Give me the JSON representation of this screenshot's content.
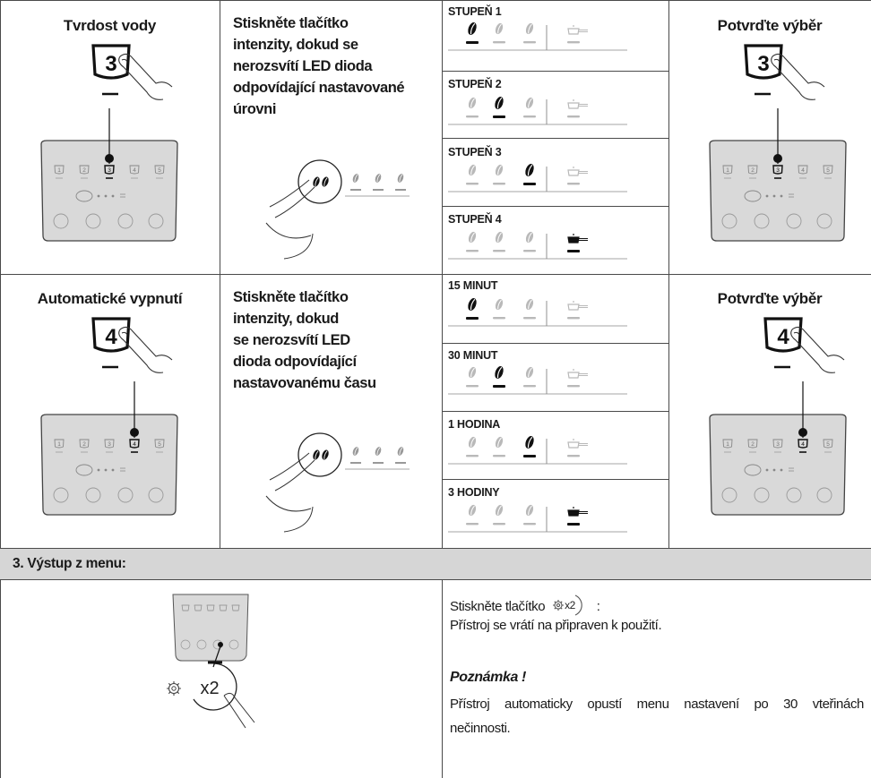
{
  "row1": {
    "title_left": "Tvrdost vody",
    "number": "3",
    "instruction": [
      "Stiskněte tlačítko",
      "intenzity, dokud se",
      "nerozsvítí LED dioda",
      "odpovídající nastavované",
      "úrovni"
    ],
    "steps": [
      "STUPEŇ 1",
      "STUPEŇ 2",
      "STUPEŇ 3",
      "STUPEŇ 4"
    ],
    "title_right": "Potvrďte výběr"
  },
  "row2": {
    "title_left": "Automatické vypnutí",
    "number": "4",
    "instruction": [
      "Stiskněte tlačítko",
      "intenzity, dokud",
      "se nerozsvítí LED",
      "dioda odpovídající",
      "nastavovanému času"
    ],
    "steps": [
      "15 MINUT",
      "30 MINUT",
      "1 HODINA",
      "3 HODINY"
    ],
    "title_right": "Potvrďte výběr"
  },
  "panel_keys": [
    "1",
    "2",
    "3",
    "4",
    "5"
  ],
  "section": {
    "title": "3.    Výstup z menu:"
  },
  "exit": {
    "x2_label": "x2",
    "line1_prefix": "Stiskněte tlačítko",
    "line1_suffix": ":",
    "line2": "Přístroj se vrátí na připraven k použití.",
    "note_title": "Poznámka !",
    "note_line1": "Přístroj automaticky opustí menu nastavení po 30 vteřinách",
    "note_line2": "nečinnosti."
  },
  "colors": {
    "line": "#4a4a4a",
    "panel": "#d9d9d9",
    "section_bar": "#d6d6d6",
    "led_off": "#b9b9b9",
    "led_on": "#111111"
  }
}
